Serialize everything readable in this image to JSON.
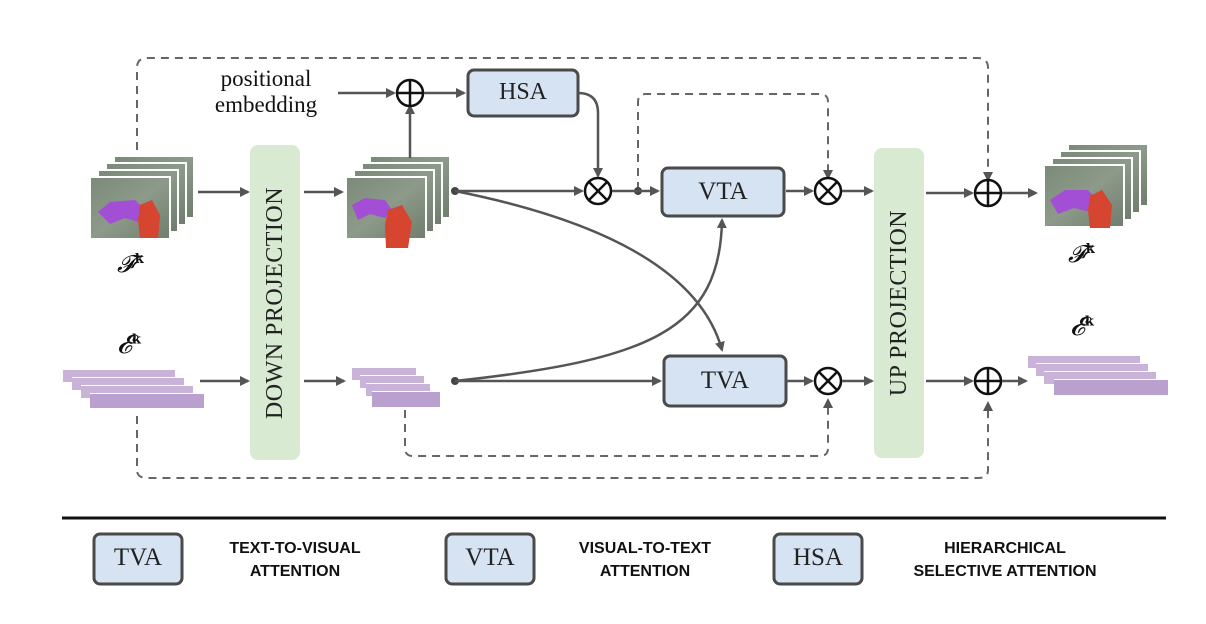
{
  "diagram": {
    "positional_embedding_line1": "positional",
    "positional_embedding_line2": "embedding",
    "down_projection": "DOWN PROJECTION",
    "up_projection": "UP PROJECTION",
    "hsa_box": "HSA",
    "vta_box": "VTA",
    "tva_box": "TVA",
    "feature_in_symbol": "𝓕",
    "feature_out_symbol": "𝓕",
    "text_in_symbol": "𝓔",
    "text_out_symbol": "𝓔",
    "superscript": "k"
  },
  "legend": {
    "items": [
      {
        "abbr": "TVA",
        "desc_line1": "TEXT-TO-VISUAL",
        "desc_line2": "ATTENTION"
      },
      {
        "abbr": "VTA",
        "desc_line1": "VISUAL-TO-TEXT",
        "desc_line2": "ATTENTION"
      },
      {
        "abbr": "HSA",
        "desc_line1": "HIERARCHICAL",
        "desc_line2": "SELECTIVE ATTENTION"
      }
    ]
  },
  "colors": {
    "box_fill": "#d6e3f3",
    "box_stroke": "#4a4a4a",
    "projection_fill": "#d9ead3",
    "text_bar": "#c9b3d9",
    "arrow": "#555555"
  }
}
